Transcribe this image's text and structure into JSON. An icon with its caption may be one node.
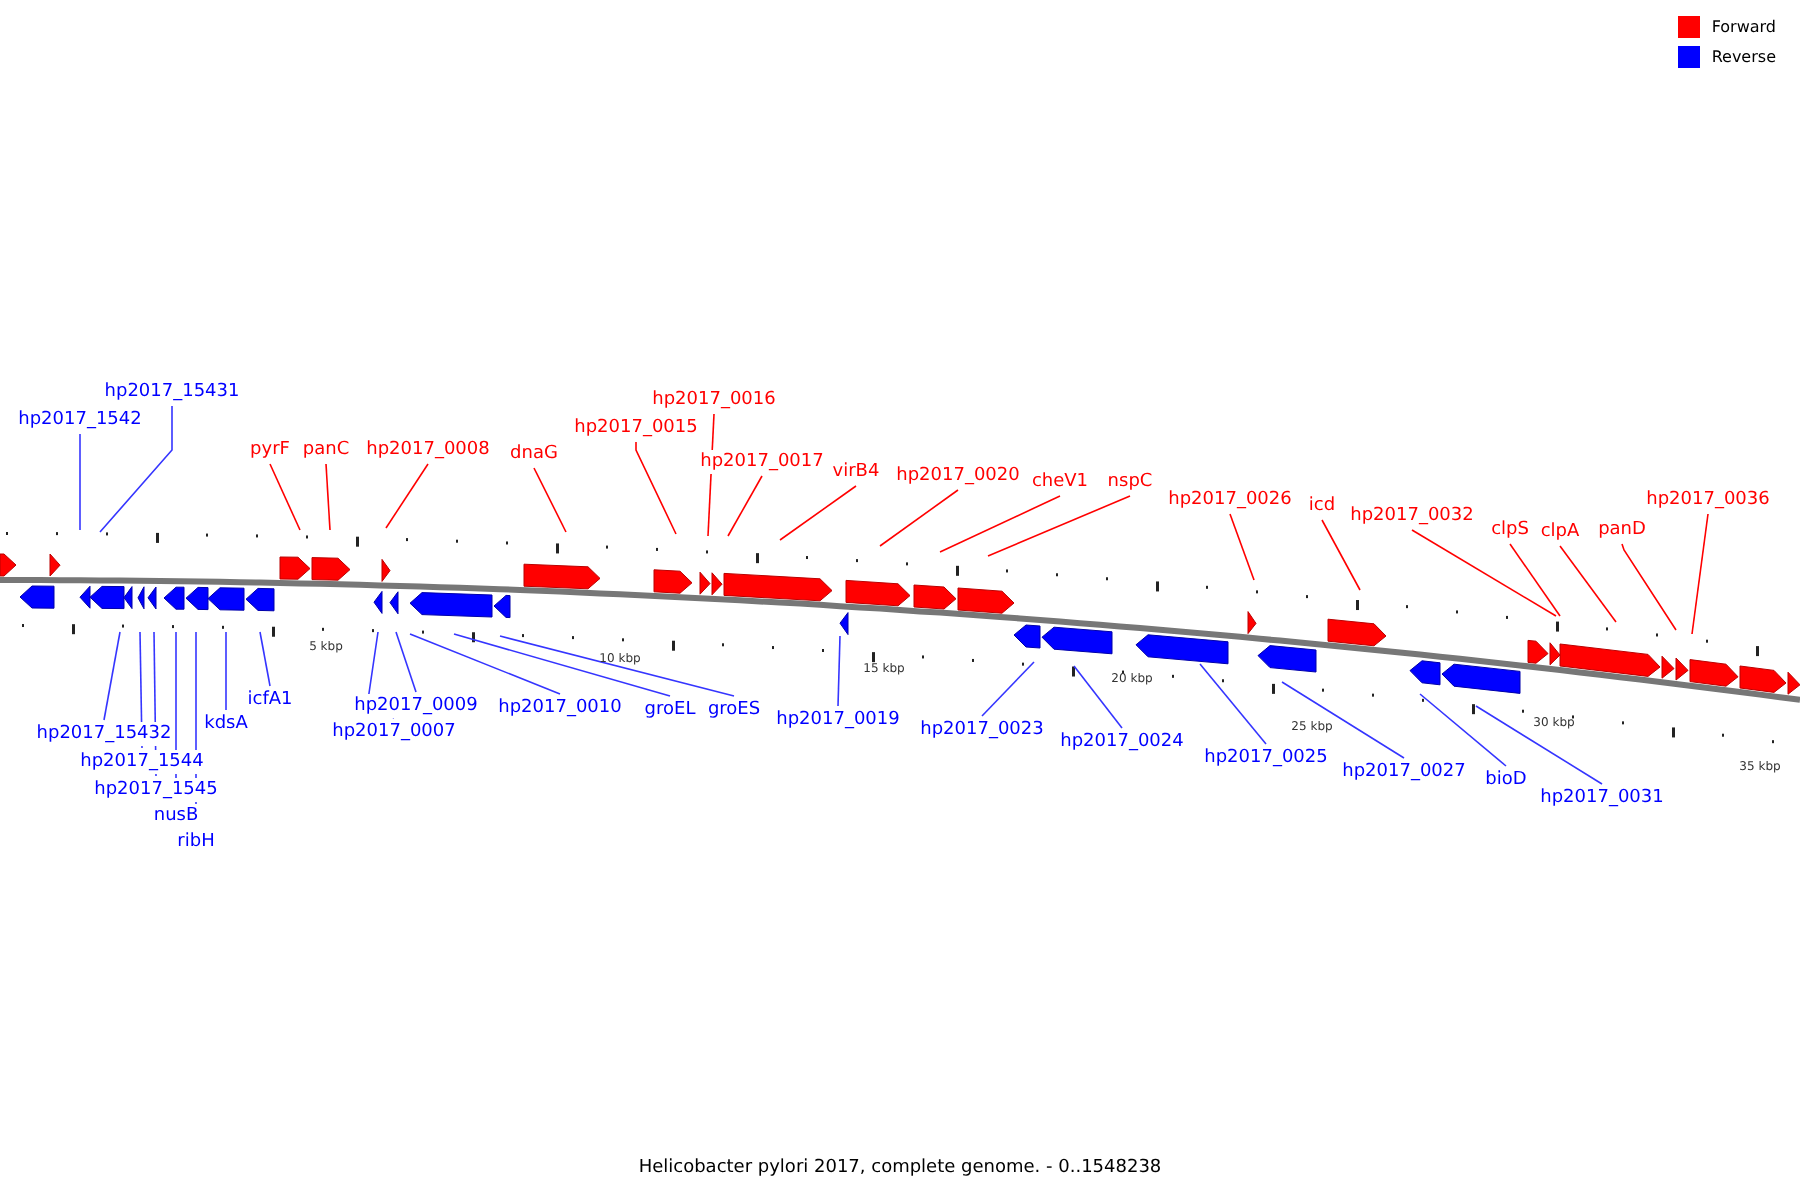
{
  "diagram": {
    "caption": "Helicobacter pylori 2017, complete genome. - 0..1548238",
    "nodes": [
      {
        "text": [
          "hp2017_1542"
        ]
      },
      {
        "text": [
          "hp2017_15431"
        ]
      },
      {
        "text": [
          "pyrF"
        ]
      },
      {
        "text": [
          "panC"
        ]
      },
      {
        "text": [
          "hp2017_0008"
        ]
      },
      {
        "text": [
          "dnaG"
        ]
      },
      {
        "text": [
          "hp2017_0015"
        ]
      },
      {
        "text": [
          "hp2017_0016"
        ]
      },
      {
        "text": [
          "hp2017_0017"
        ]
      },
      {
        "text": [
          "virB4"
        ]
      },
      {
        "text": [
          "hp2017_0020"
        ]
      },
      {
        "text": [
          "cheV1"
        ]
      },
      {
        "text": [
          "nspC"
        ]
      },
      {
        "text": [
          "hp2017_0026"
        ]
      },
      {
        "text": [
          "icd"
        ]
      },
      {
        "text": [
          "hp2017_0032"
        ]
      },
      {
        "text": [
          "clpS"
        ]
      },
      {
        "text": [
          "clpA"
        ]
      },
      {
        "text": [
          "panD"
        ]
      },
      {
        "text": [
          "hp2017_0036"
        ]
      },
      {
        "text": [
          "hp2017_15432"
        ]
      },
      {
        "text": [
          "hp2017_1544"
        ]
      },
      {
        "text": [
          "hp2017_1545"
        ]
      },
      {
        "text": [
          "nusB"
        ]
      },
      {
        "text": [
          "ribH"
        ]
      },
      {
        "text": [
          "kdsA"
        ]
      },
      {
        "text": [
          "icfA1"
        ]
      },
      {
        "text": [
          "hp2017_0009"
        ]
      },
      {
        "text": [
          "hp2017_0007"
        ]
      },
      {
        "text": [
          "hp2017_0010"
        ]
      },
      {
        "text": [
          "groEL"
        ]
      },
      {
        "text": [
          "groES"
        ]
      },
      {
        "text": [
          "hp2017_0019"
        ]
      },
      {
        "text": [
          "hp2017_0023"
        ]
      },
      {
        "text": [
          "hp2017_0024"
        ]
      },
      {
        "text": [
          "hp2017_0025"
        ]
      },
      {
        "text": [
          "hp2017_0027"
        ]
      },
      {
        "text": [
          "bioD"
        ]
      },
      {
        "text": [
          "hp2017_0031"
        ]
      }
    ],
    "edges": [
      {
        "from": 0,
        "to": null,
        "arrow": "none"
      },
      {
        "from": 1,
        "to": null,
        "arrow": "none"
      },
      {
        "from": 2,
        "to": null,
        "arrow": "none",
        "color": "#ff0000"
      },
      {
        "from": 3,
        "to": null,
        "arrow": "none",
        "color": "#ff0000"
      },
      {
        "from": 4,
        "to": null,
        "arrow": "none",
        "color": "#ff0000"
      },
      {
        "from": 5,
        "to": null,
        "arrow": "none",
        "color": "#ff0000"
      },
      {
        "from": 6,
        "to": null,
        "arrow": "none",
        "color": "#ff0000"
      },
      {
        "from": 7,
        "to": null,
        "arrow": "none",
        "color": "#ff0000"
      },
      {
        "from": 8,
        "to": null,
        "arrow": "none",
        "color": "#ff0000"
      },
      {
        "from": 9,
        "to": null,
        "arrow": "none",
        "color": "#ff0000"
      },
      {
        "from": 10,
        "to": null,
        "arrow": "none",
        "color": "#ff0000"
      },
      {
        "from": 11,
        "to": null,
        "arrow": "none",
        "color": "#ff0000"
      },
      {
        "from": 12,
        "to": null,
        "arrow": "none",
        "color": "#ff0000"
      },
      {
        "from": 13,
        "to": null,
        "arrow": "none",
        "color": "#ff0000"
      },
      {
        "from": 14,
        "to": null,
        "arrow": "none",
        "color": "#ff0000"
      },
      {
        "from": 15,
        "to": null,
        "arrow": "none",
        "color": "#ff0000"
      },
      {
        "from": 16,
        "to": null,
        "arrow": "none",
        "color": "#ff0000"
      },
      {
        "from": 17,
        "to": null,
        "arrow": "none",
        "color": "#ff0000"
      },
      {
        "from": 18,
        "to": null,
        "arrow": "none",
        "color": "#ff0000"
      },
      {
        "from": 19,
        "to": null,
        "arrow": "none",
        "color": "#ff0000"
      },
      {
        "from": 20,
        "to": null,
        "arrow": "none"
      },
      {
        "from": 21,
        "to": null,
        "arrow": "none"
      },
      {
        "from": 22,
        "to": null,
        "arrow": "none"
      },
      {
        "from": 23,
        "to": null,
        "arrow": "none"
      },
      {
        "from": 24,
        "to": null,
        "arrow": "none"
      },
      {
        "from": 25,
        "to": null,
        "arrow": "none"
      },
      {
        "from": 26,
        "to": null,
        "arrow": "none"
      },
      {
        "from": 27,
        "to": null,
        "arrow": "none"
      },
      {
        "from": 28,
        "to": null,
        "arrow": "none"
      },
      {
        "from": 29,
        "to": null,
        "arrow": "none"
      },
      {
        "from": 30,
        "to": null,
        "arrow": "none"
      },
      {
        "from": 31,
        "to": null,
        "arrow": "none"
      },
      {
        "from": 32,
        "to": null,
        "arrow": "none"
      },
      {
        "from": 33,
        "to": null,
        "arrow": "none"
      },
      {
        "from": 34,
        "to": null,
        "arrow": "none"
      },
      {
        "from": 35,
        "to": null,
        "arrow": "none"
      },
      {
        "from": 36,
        "to": null,
        "arrow": "none"
      },
      {
        "from": 37,
        "to": null,
        "arrow": "none"
      },
      {
        "from": 38,
        "to": null,
        "arrow": "none"
      }
    ],
    "labels": [
      "5 kbp",
      "10 kbp",
      "15 kbp",
      "20 kbp",
      "25 kbp",
      "30 kbp",
      "35 kbp"
    ],
    "legend": [
      {
        "text": "Forward",
        "color": "#ff0000"
      },
      {
        "text": "Reverse",
        "color": "#0000ff"
      }
    ]
  }
}
